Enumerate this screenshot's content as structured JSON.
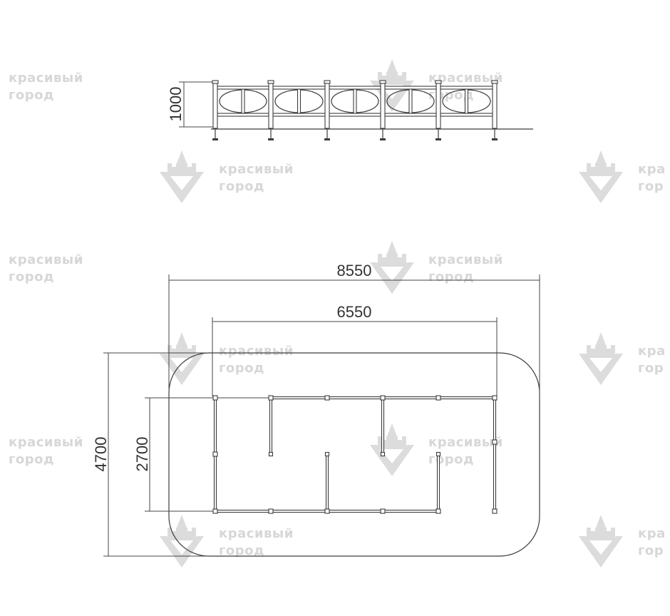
{
  "dimensions": {
    "elevation_height": "1000",
    "overall_length": "8550",
    "fence_length": "6550",
    "overall_width": "4700",
    "fence_width": "2700"
  },
  "watermark": {
    "line1": "красивый",
    "line2": "город",
    "logo_icon": "castle-shield-icon"
  },
  "colors": {
    "line": "#3c3c3c",
    "watermark": "#d7d7d7",
    "background": "#ffffff"
  }
}
